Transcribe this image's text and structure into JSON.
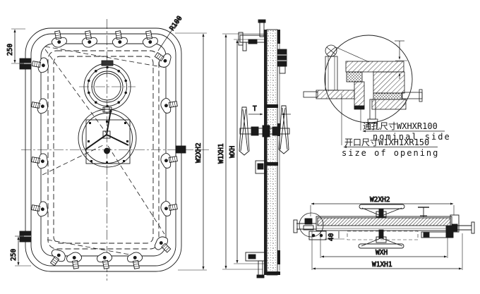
{
  "drawing": {
    "front_view": {
      "corner_radius_label": "R100",
      "top_hinge_offset": "250",
      "bottom_hinge_offset": "250",
      "height_dim": "W2XH2"
    },
    "side_section": {
      "outer_height_dim": "W1XH1",
      "clear_height_dim": "WXH",
      "thickness_label": "T"
    },
    "detail_notes": {
      "hole_cn": "通孔尺寸WXHXR100",
      "hole_en": "nominal side",
      "opening_cn": "开口尺寸W1XH1XR150",
      "opening_en": "size of opening"
    },
    "plan_section": {
      "frame_width_dim": "W2XH2",
      "clear_width_dim": "WXH",
      "outer_width_dim": "W1XH1",
      "offset_dim": "40"
    },
    "line_color": "#1a1a1a"
  }
}
